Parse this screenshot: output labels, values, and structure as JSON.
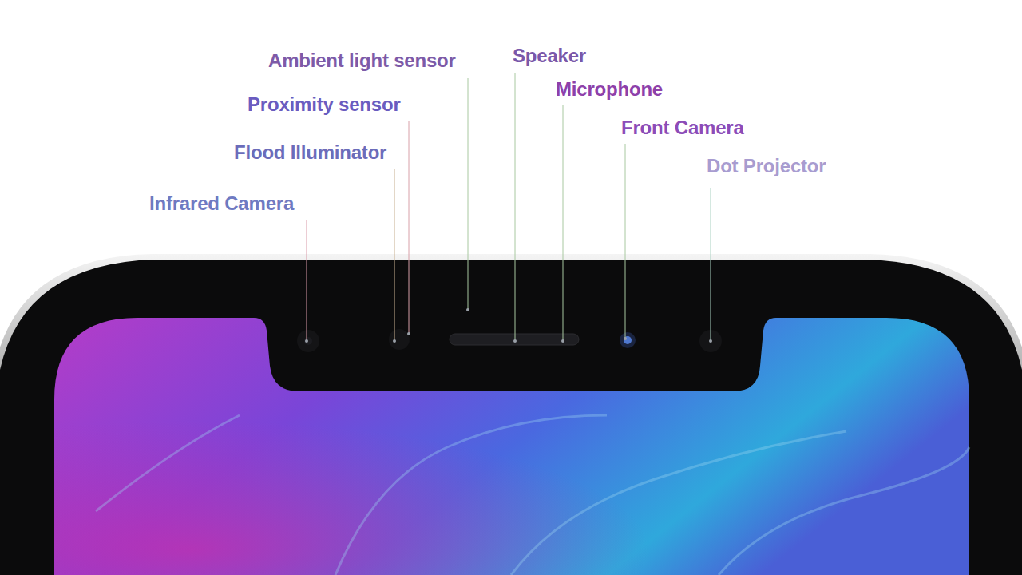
{
  "diagram": {
    "labels": [
      "Ambient light sensor",
      "Speaker",
      "Microphone",
      "Proximity sensor",
      "Front Camera",
      "Flood Illuminator",
      "Dot Projector",
      "Infrared Camera"
    ]
  }
}
